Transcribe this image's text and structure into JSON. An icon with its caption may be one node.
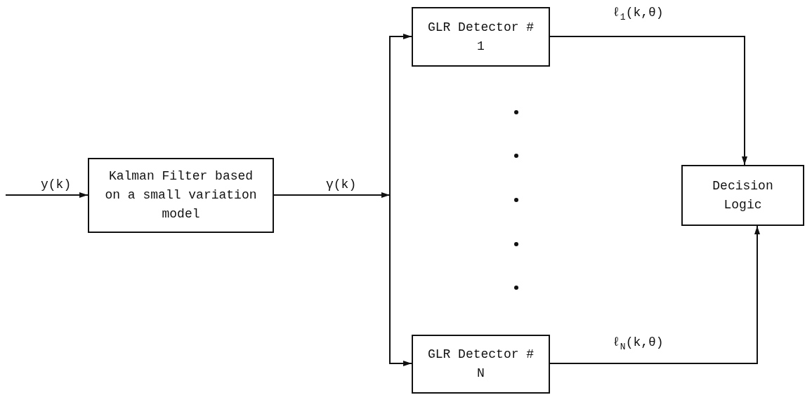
{
  "diagram": {
    "nodes": [
      {
        "text": [
          "Kalman Filter based on a small variation model"
        ]
      },
      {
        "text": [
          "GLR Detector # 1"
        ]
      },
      {
        "text": [
          "GLR Detector # N"
        ]
      },
      {
        "text": [
          "Decision Logic"
        ]
      }
    ],
    "edges": [
      {
        "from": null,
        "to": 0,
        "arrow": "to",
        "label": "y(k)"
      },
      {
        "from": 0,
        "to": 1,
        "arrow": "to",
        "label": "γ(k)"
      },
      {
        "from": 0,
        "to": 2,
        "arrow": "to"
      },
      {
        "from": 1,
        "to": 3,
        "arrow": "to",
        "label": "ℓ$_{1}$(k,θ)"
      },
      {
        "from": 2,
        "to": 3,
        "arrow": "to",
        "label": "ℓ$_{N}$(k,θ)"
      }
    ]
  }
}
